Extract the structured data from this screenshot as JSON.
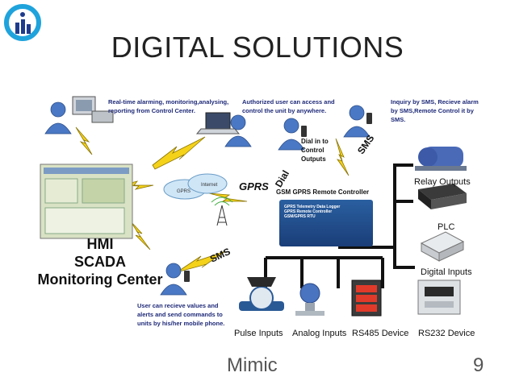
{
  "slide": {
    "title": "DIGITAL  SOLUTIONS",
    "footer_label": "Mimic",
    "page_number": "9"
  },
  "diagram": {
    "notes": {
      "realtime": "Real-time alarming, monitoring,analysing, reporting from Control Center.",
      "authorized": "Authorized user can access and control the unit by anywhere.",
      "inquiry": "Inquiry by SMS, Recieve alarm by SMS,Remote Control it by SMS.",
      "dial_in": "Dial in to Control Outputs",
      "user_mobile": "User can recieve values and alerts and send commands to units by his/her mobile phone."
    },
    "links": {
      "gprs": "GPRS",
      "sms_top": "SMS",
      "sms_bottom": "SMS",
      "dial": "Dial",
      "internet": "Internet",
      "gprs_cloud": "GPRS"
    },
    "controller": {
      "title": "GSM GPRS Remote Controller",
      "subtitle1": "GPRS Telemetry Data Logger",
      "subtitle2": "GPRS Remote Controller",
      "subtitle3": "GSM/GPRS RTU"
    },
    "monitoring_center": [
      "HMI",
      "SCADA",
      "Monitoring Center"
    ],
    "devices": {
      "relay_outputs": "Relay Outputs",
      "plc": "PLC",
      "digital_inputs": "Digital Inputs",
      "pulse_inputs": "Pulse Inputs",
      "analog_inputs": "Analog Inputs",
      "rs485": "RS485 Device",
      "rs232": "RS232 Device"
    },
    "colors": {
      "accent_blue": "#2b5fa8",
      "bolt_yellow": "#f5d21a",
      "person_blue": "#4a78c4",
      "bus_black": "#111111"
    }
  }
}
